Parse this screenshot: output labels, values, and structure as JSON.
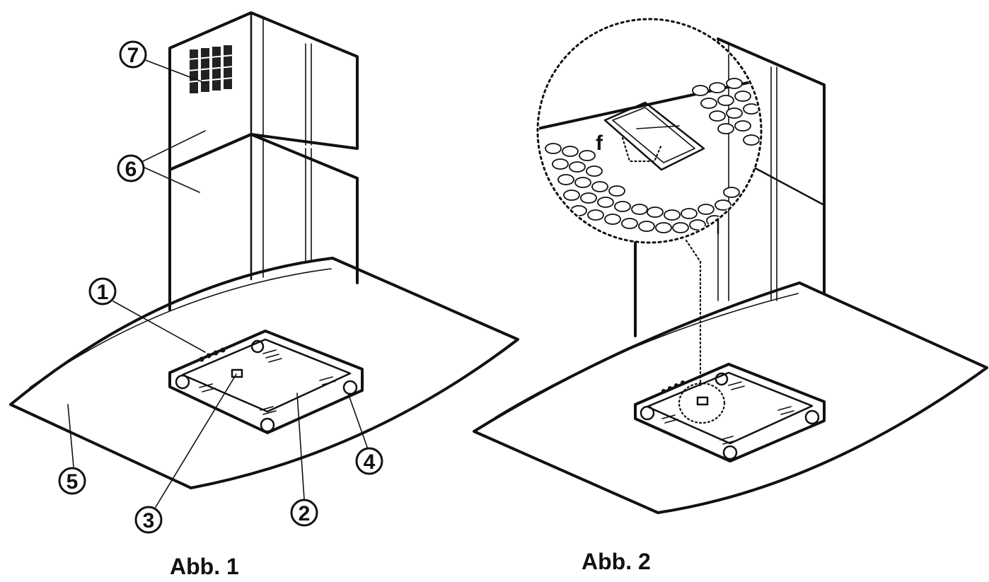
{
  "figures": [
    {
      "caption": "Abb. 1",
      "callouts": [
        "1",
        "2",
        "3",
        "4",
        "5",
        "6",
        "7"
      ]
    },
    {
      "caption": "Abb. 2",
      "detail_label": "f"
    }
  ]
}
